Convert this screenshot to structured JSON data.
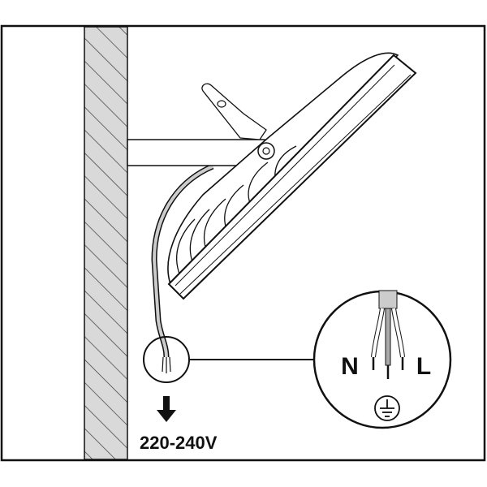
{
  "labels": {
    "voltage": "220-240V",
    "neutral": "N",
    "live": "L"
  },
  "icons": [
    "ground-symbol-icon",
    "arrow-down-icon"
  ],
  "colors": {
    "line": "#111111",
    "wall_fill": "#d9d9d9",
    "cable_fill": "#cccccc"
  }
}
